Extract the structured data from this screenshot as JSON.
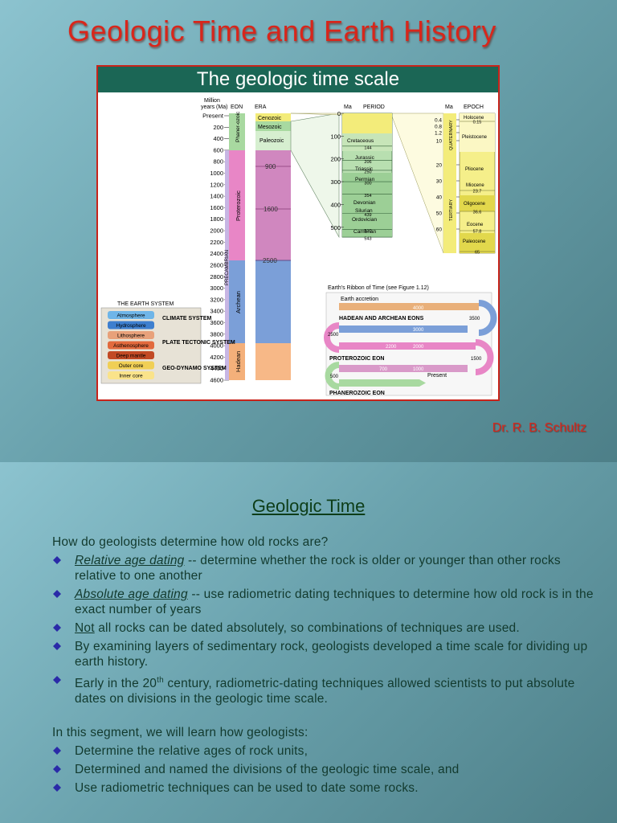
{
  "slide1": {
    "title": "Geologic Time and Earth History",
    "author": "Dr. R. B. Schultz",
    "figure": {
      "header": "The geologic time scale",
      "col_headers": {
        "million_years": "Million",
        "years_ma": "years (Ma)",
        "eon": "EON",
        "era": "ERA",
        "ma": "Ma",
        "period": "PERIOD",
        "ma2": "Ma",
        "epoch": "EPOCH"
      },
      "ma_scale": [
        "Present",
        "200",
        "400",
        "600",
        "800",
        "1000",
        "1200",
        "1400",
        "1600",
        "1800",
        "2000",
        "2200",
        "2400",
        "2600",
        "2800",
        "3000",
        "3200",
        "3400",
        "3600",
        "3800",
        "4000",
        "4200",
        "4400",
        "4600"
      ],
      "eons": {
        "phanerozoic": "Phaner-ozoic",
        "proterozoic": "Proterozoic",
        "archean": "Archean",
        "hadean": "Hadean",
        "precambrian": "PRECAMBRIAN"
      },
      "eras": [
        "Cenozoic",
        "Mesozoic",
        "Paleozoic"
      ],
      "era_marks": [
        "900",
        "1600",
        "2500"
      ],
      "period_scale": [
        "0",
        "100",
        "200",
        "300",
        "400",
        "500"
      ],
      "periods": [
        "Cretaceous",
        "Jurassic",
        "Triassic",
        "Permian",
        "Devonian",
        "Silurian",
        "Ordovician",
        "Cambrian"
      ],
      "period_bounds": [
        "144",
        "206",
        "250",
        "300",
        "354",
        "439",
        "510",
        "543"
      ],
      "epoch_scale": [
        "0.4",
        "0.8",
        "1.2",
        "10",
        "20",
        "30",
        "40",
        "50",
        "60"
      ],
      "epoch_groups": {
        "quaternary": "QUATERNARY",
        "tertiary": "TERTIARY"
      },
      "epochs": [
        "Holocene",
        "Pleistocene",
        "Pliocene",
        "Miocene",
        "Oligocene",
        "Eocene",
        "Paleocene"
      ],
      "epoch_bounds": [
        "0.15",
        "23.7",
        "36.6",
        "57.8",
        "65"
      ],
      "earth_system": {
        "title": "THE EARTH SYSTEM",
        "layers": [
          "Atmosphere",
          "Hydrosphere",
          "Lithosphere",
          "Asthenosphere",
          "Deep mantle",
          "Outer core",
          "Inner core"
        ],
        "systems": [
          "CLIMATE SYSTEM",
          "PLATE TECTONIC SYSTEM",
          "GEO-DYNAMO SYSTEM"
        ]
      },
      "ribbon": {
        "title": "Earth's Ribbon of Time (see Figure 1.12)",
        "accretion": "Earth accretion",
        "hadean_archean": "HADEAN AND ARCHEAN EONS",
        "proterozoic": "PROTEROZOIC EON",
        "phanerozoic": "PHANEROZOIC EON",
        "present": "Present",
        "marks": [
          "4000",
          "3500",
          "3000",
          "2500",
          "2200",
          "2000",
          "1500",
          "700",
          "1000",
          "500"
        ]
      }
    }
  },
  "slide2": {
    "title": "Geologic Time",
    "intro": "How do geologists determine how old rocks are?",
    "bullets": [
      {
        "lead": "Relative age dating",
        "rest": " -- determine whether the rock is older or younger than other rocks relative to one another"
      },
      {
        "lead": "Absolute age dating",
        "rest": " -- use radiometric dating techniques to determine how old rock is in the exact number of years"
      },
      {
        "lead": "Not",
        "rest": " all rocks can be dated absolutely, so combinations of techniques are used."
      },
      {
        "text": "By examining layers of sedimentary rock, geologists developed a time scale for dividing up earth history."
      },
      {
        "pre": "Early in the 20",
        "sup": "th",
        "post": " century, radiometric-dating techniques allowed scientists to put absolute dates on divisions in the geologic time scale."
      }
    ],
    "intro2": "In this segment, we will learn how geologists:",
    "bullets2": [
      "Determine the relative ages of rock units,",
      "Determined and named the divisions of the geologic time scale, and",
      "Use radiometric techniques can be used to date some rocks."
    ]
  }
}
